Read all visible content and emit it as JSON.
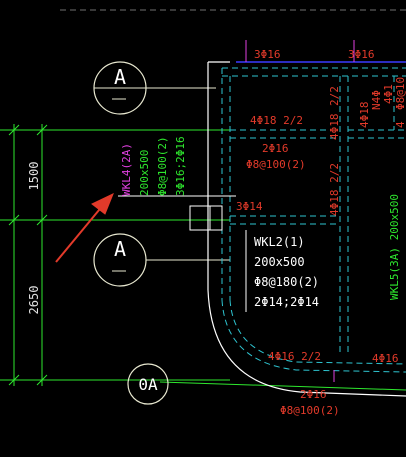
{
  "axes": {
    "a1": "A",
    "a2": "A",
    "oa": "0A"
  },
  "dimensions": {
    "d1": "1500",
    "d2": "2650"
  },
  "beam_wkl4": {
    "name": "WKL4(2A)",
    "size": "200x500",
    "stirrup": "Φ8@100(2)",
    "rebar": "3Φ16;2Φ16"
  },
  "beam_wkl2": {
    "name": "WKL2(1)",
    "size": "200x500",
    "stirrup": "Φ8@180(2)",
    "rebar": "2Φ14;2Φ14"
  },
  "beam_wkl5": {
    "name": "WKL5(3A) 200x500"
  },
  "rebar_labels": {
    "top_left": "3Φ16",
    "top_right": "3Φ16",
    "mid_4_18": "4Φ18 2/2",
    "mid_2_16": "2Φ16",
    "mid_stirrup": "Φ8@100(2)",
    "side_4_18": "4Φ18",
    "vert_2_2a": "2/2",
    "vert_4_18": "4Φ18 2/2",
    "right_4_1": "4Φ1",
    "right_stirrup": "Φ8@10",
    "right_n4": "N4Φ",
    "right_4_18": "4Φ18",
    "right_4": "4",
    "three_14": "3Φ14",
    "bottom_4_16": "4Φ16 2/2",
    "bottom_4_16b": "4Φ16",
    "bottom_2_6": "2Φ16",
    "bottom_stirrup": "Φ8@100(2)"
  }
}
